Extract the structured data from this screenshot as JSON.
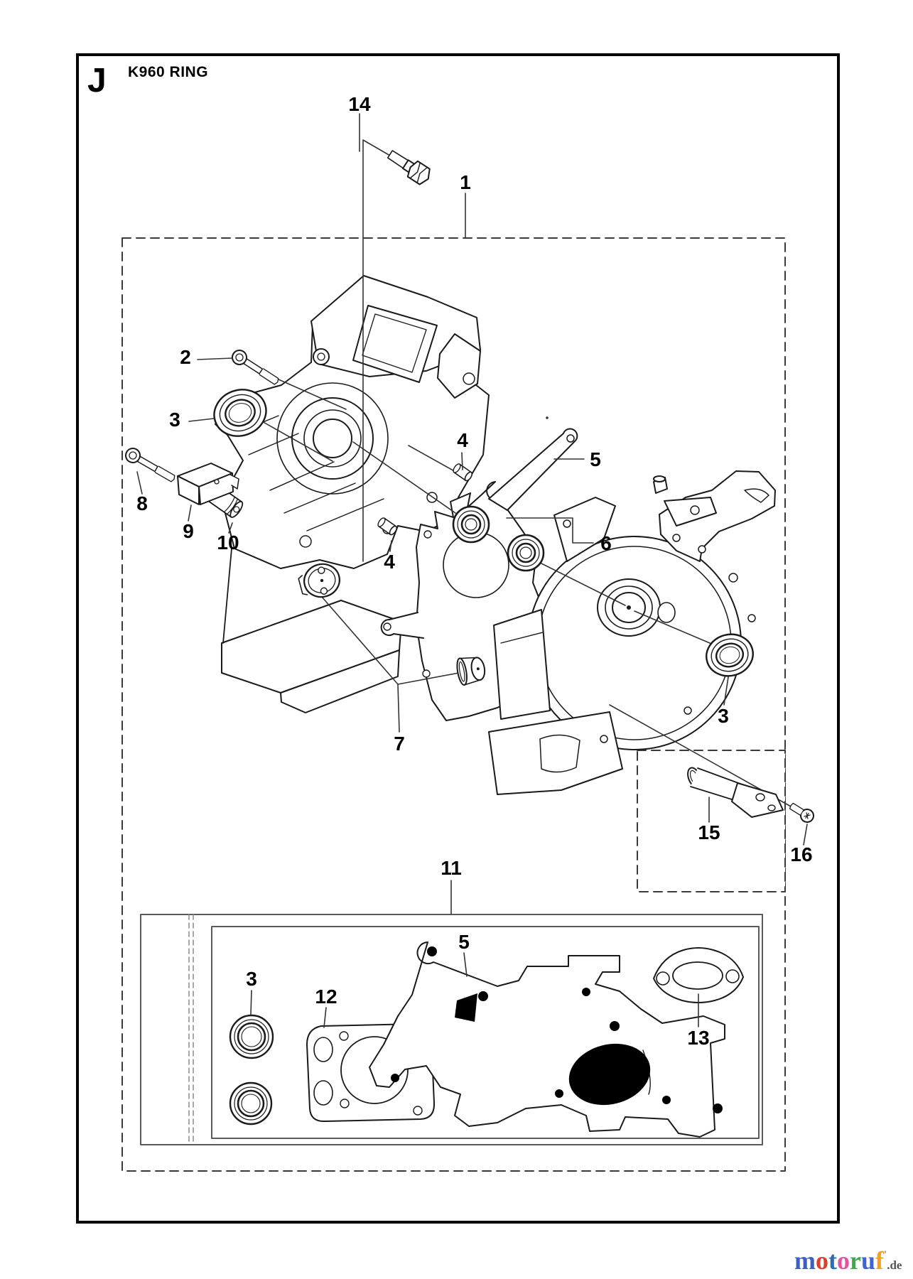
{
  "page": {
    "section_letter": "J",
    "title": "K960 RING"
  },
  "callouts": {
    "n1": "1",
    "n2": "2",
    "n3_left": "3",
    "n3_right": "3",
    "n3_kit": "3",
    "n4_a": "4",
    "n4_b": "4",
    "n5": "5",
    "n5_kit": "5",
    "n6": "6",
    "n7": "7",
    "n8": "8",
    "n9": "9",
    "n10": "10",
    "n11": "11",
    "n12": "12",
    "n13": "13",
    "n14": "14",
    "n15": "15",
    "n16": "16"
  },
  "logo": {
    "letters": [
      {
        "char": "m",
        "color": "#3b5fc4"
      },
      {
        "char": "o",
        "color": "#d9402f"
      },
      {
        "char": "t",
        "color": "#2f6cb3"
      },
      {
        "char": "o",
        "color": "#e0559f"
      },
      {
        "char": "r",
        "color": "#3faa47"
      },
      {
        "char": "u",
        "color": "#4063cf"
      },
      {
        "char": "f",
        "color": "#f2a01d"
      }
    ],
    "mark": "'",
    "suffix": ".de",
    "suffix_color": "#555555"
  }
}
